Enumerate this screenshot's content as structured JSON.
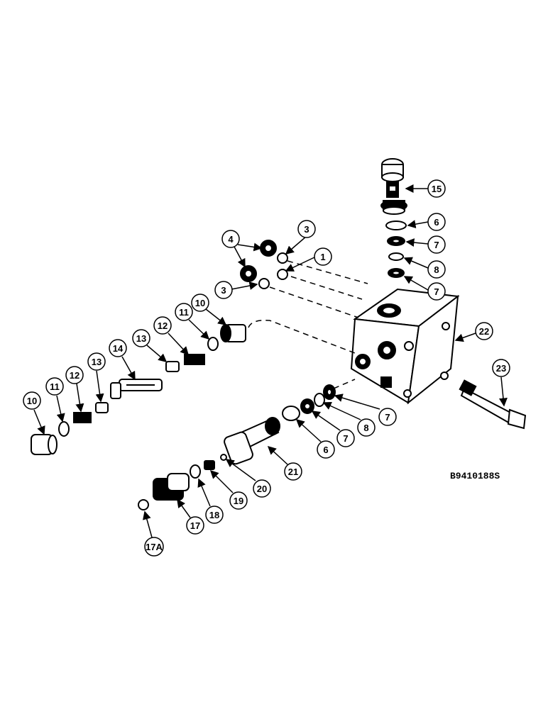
{
  "drawing": {
    "code": "B9410188S",
    "callouts": [
      "1",
      "3",
      "3",
      "4",
      "6",
      "6",
      "7",
      "7",
      "7",
      "7",
      "8",
      "8",
      "10",
      "10",
      "11",
      "11",
      "12",
      "12",
      "13",
      "13",
      "14",
      "15",
      "17",
      "17A",
      "18",
      "19",
      "20",
      "21",
      "22",
      "23"
    ]
  }
}
